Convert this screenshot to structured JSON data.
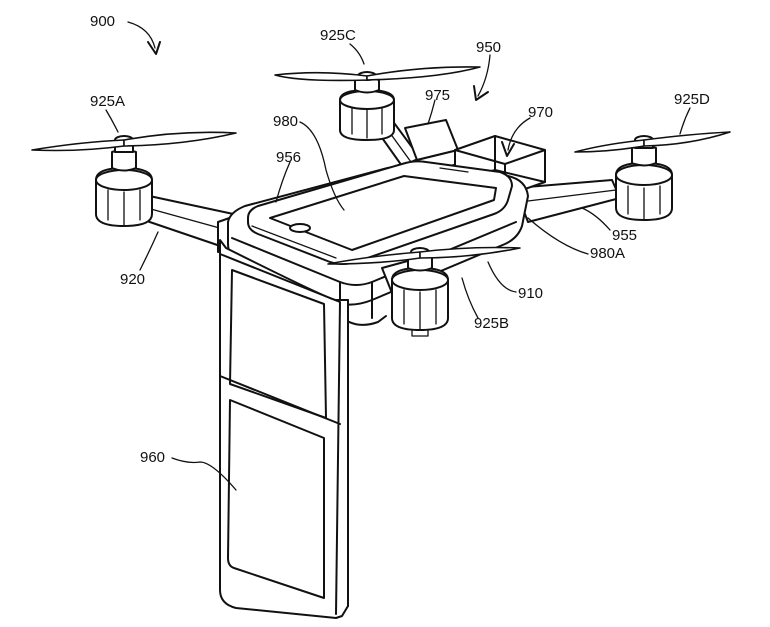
{
  "labels": {
    "l900": "900",
    "l925c": "925C",
    "l950": "950",
    "l925a": "925A",
    "l975": "975",
    "l970": "970",
    "l925d": "925D",
    "l980": "980",
    "l956": "956",
    "l955": "955",
    "l980a": "980A",
    "l920": "920",
    "l910": "910",
    "l925b": "925B",
    "l960": "960"
  }
}
